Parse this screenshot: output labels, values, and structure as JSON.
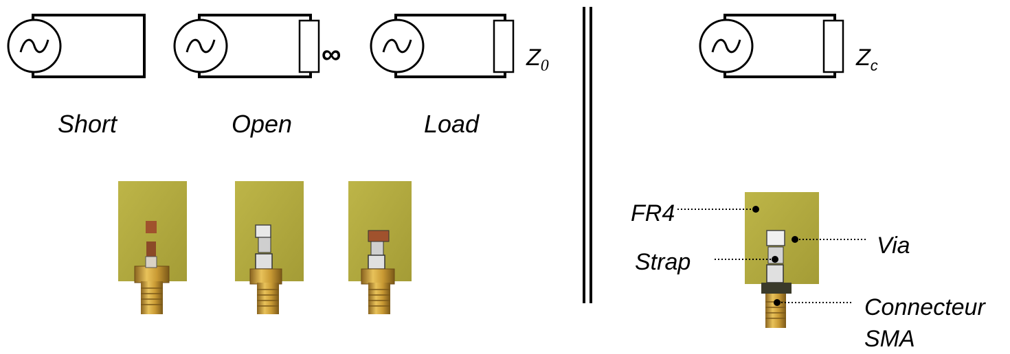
{
  "circuits": {
    "short": {
      "label": "Short"
    },
    "open": {
      "label": "Open",
      "impedance": "∞"
    },
    "load": {
      "label": "Load",
      "impedance_main": "Z",
      "impedance_sub": "0"
    },
    "test": {
      "impedance_main": "Z",
      "impedance_sub": "c"
    }
  },
  "annotations": {
    "fr4": "FR4",
    "strap": "Strap",
    "via": "Via",
    "connector_line1": "Connecteur",
    "connector_line2": "SMA"
  },
  "colors": {
    "pcb": "#b3ab3e",
    "pcb_dark": "#8d8730",
    "gold": "#d4a63a",
    "gold_dark": "#8a6420",
    "copper": "#a0522d",
    "line": "#000000"
  }
}
